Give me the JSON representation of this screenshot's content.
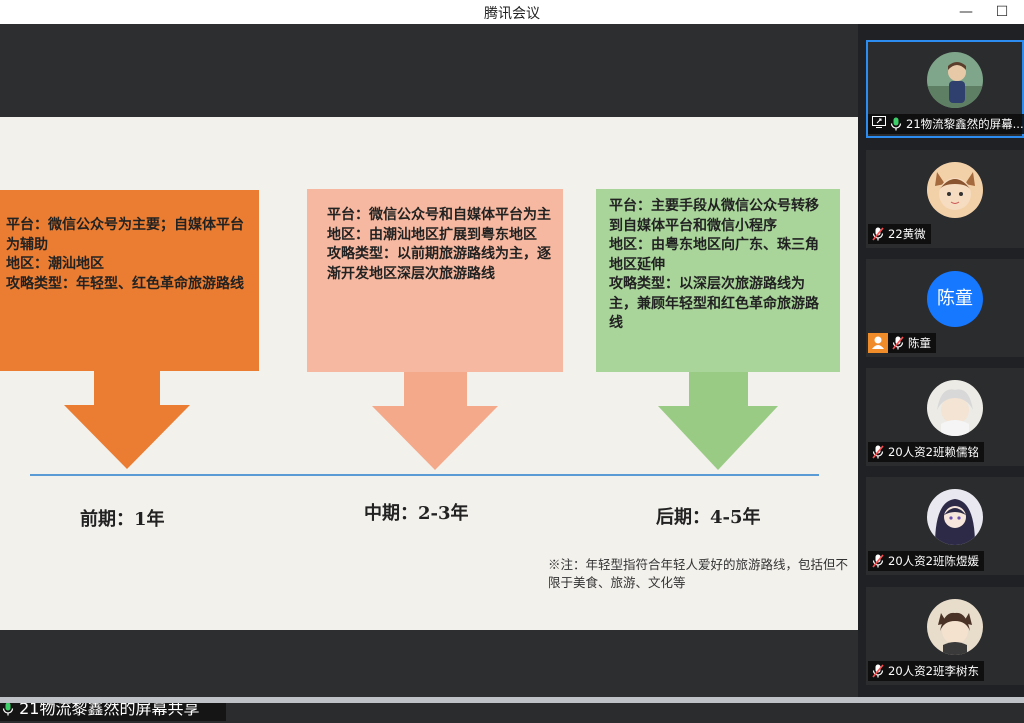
{
  "window": {
    "title": "腾讯会议",
    "minimize_glyph": "—",
    "maximize_glyph": "☐"
  },
  "slide": {
    "boxes": [
      {
        "text": "平台：微信公众号为主要；自媒体平台为辅助\n地区：潮汕地区\n攻略类型：年轻型、红色革命旅游路线",
        "color": "#ea7d32",
        "arrow_color": "#ea7d32"
      },
      {
        "text": "平台：微信公众号和自媒体平台为主\n地区：由潮汕地区扩展到粤东地区\n攻略类型：以前期旅游路线为主，逐渐开发地区深层次旅游路线",
        "color": "#f6b8a0",
        "arrow_color": "#f4a98a"
      },
      {
        "text": "平台：主要手段从微信公众号转移到自媒体平台和微信小程序\n地区：由粤东地区向广东、珠三角地区延伸\n攻略类型：以深层次旅游路线为主，兼顾年轻型和红色革命旅游路线",
        "color": "#a9d59a",
        "arrow_color": "#9acb85"
      }
    ],
    "phases": [
      "前期：1年",
      "中期：2-3年",
      "后期：4-5年"
    ],
    "note": "※注：年轻型指符合年轻人爱好的旅游路线，包括但不限于美食、旅游、文化等",
    "timeline_color": "#5b9bd5"
  },
  "share_label": "21物流黎鑫然的屏幕共享",
  "participants": [
    {
      "name": "21物流黎鑫然的屏幕...",
      "avatar": "boy-photo-avatar",
      "muted": false,
      "sharing": true
    },
    {
      "name": "22黄微",
      "avatar": "girl-cat-ears-avatar",
      "muted": true
    },
    {
      "name": "陈童",
      "avatar_text": "陈童",
      "avatar_color": "#1677ff",
      "muted": true,
      "host": true
    },
    {
      "name": "20人资2班赖儒铭",
      "avatar": "anime-white-hair-avatar",
      "muted": true
    },
    {
      "name": "20人资2班陈煜媛",
      "avatar": "anime-girl-avatar",
      "muted": true
    },
    {
      "name": "20人资2班李树东",
      "avatar": "anime-cat-ears-avatar",
      "muted": true
    }
  ]
}
